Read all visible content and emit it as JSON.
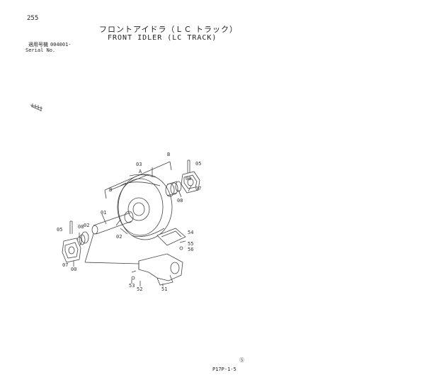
{
  "header": {
    "page_number": "255",
    "title_jp": "フロントアイドラ（ＬＣ トラック）",
    "title_en": "FRONT IDLER (LC TRACK)",
    "serial_label_jp": "適用号機",
    "serial_value": "004001-",
    "serial_label_en": "Serial No."
  },
  "diagram": {
    "callouts": {
      "c01": "01",
      "c02a": "02",
      "c02b": "02",
      "c03": "03",
      "c05a": "05",
      "c05b": "05",
      "c07a": "07",
      "c07b": "07",
      "c08a": "08",
      "c08b": "08",
      "c00a": "00",
      "c00b": "00",
      "c51": "51",
      "c52": "52",
      "c53": "53",
      "c54": "54",
      "c55": "55",
      "c56": "56",
      "cA": "A",
      "cB1": "B",
      "cB2": "B"
    },
    "revision_mark": "Ⓢ"
  },
  "footer": {
    "page_code": "P17P-1-5"
  }
}
